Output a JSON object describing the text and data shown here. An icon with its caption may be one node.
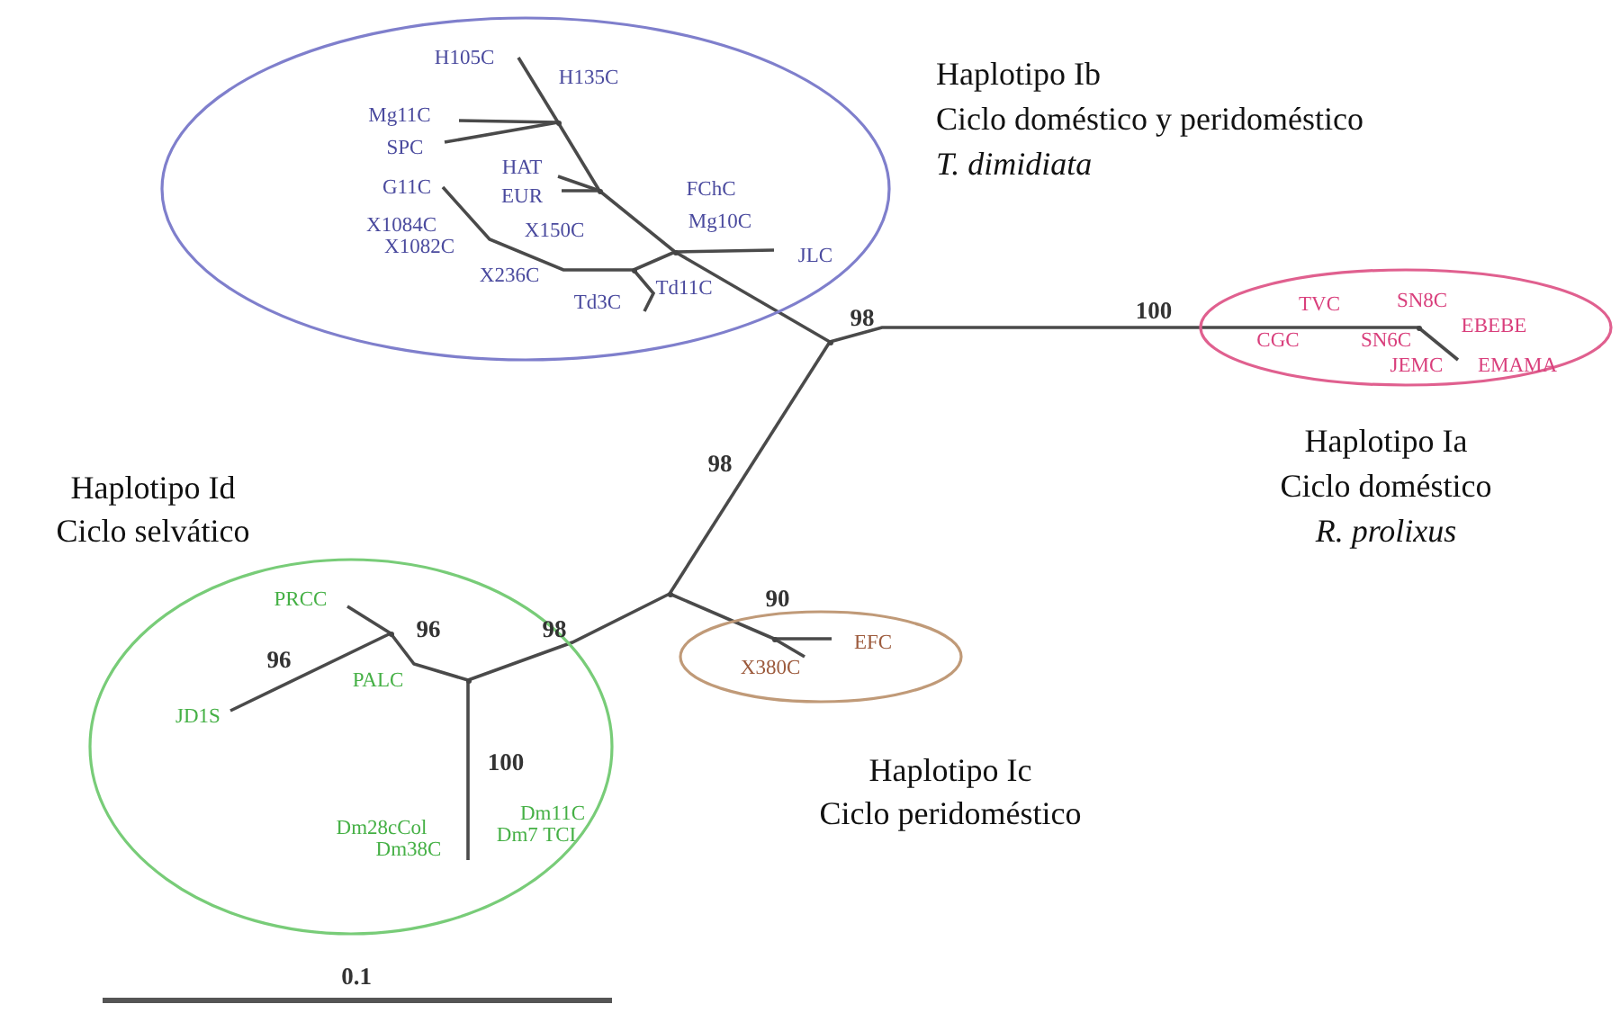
{
  "diagram": {
    "nodes": [
      {
        "text": [
          "Haplotipo Ib",
          "Ciclo doméstico y peridoméstico",
          "T. dimidiata"
        ]
      },
      {
        "text": [
          "H105C"
        ],
        "in": 0
      },
      {
        "text": [
          "H135C"
        ],
        "in": 0
      },
      {
        "text": [
          "Mg11C"
        ],
        "in": 0
      },
      {
        "text": [
          "SPC"
        ],
        "in": 0
      },
      {
        "text": [
          "HAT"
        ],
        "in": 0
      },
      {
        "text": [
          "EUR"
        ],
        "in": 0
      },
      {
        "text": [
          "G11C"
        ],
        "in": 0
      },
      {
        "text": [
          "X1084C"
        ],
        "in": 0
      },
      {
        "text": [
          "X1082C"
        ],
        "in": 0
      },
      {
        "text": [
          "X150C"
        ],
        "in": 0
      },
      {
        "text": [
          "FChC"
        ],
        "in": 0
      },
      {
        "text": [
          "Mg10C"
        ],
        "in": 0
      },
      {
        "text": [
          "JLC"
        ],
        "in": 0
      },
      {
        "text": [
          "X236C"
        ],
        "in": 0
      },
      {
        "text": [
          "Td11C"
        ],
        "in": 0
      },
      {
        "text": [
          "Td3C"
        ],
        "in": 0
      },
      {
        "text": [
          "Haplotipo Ia",
          "Ciclo doméstico",
          "R. prolixus"
        ]
      },
      {
        "text": [
          "TVC"
        ],
        "in": 17
      },
      {
        "text": [
          "SN8C"
        ],
        "in": 17
      },
      {
        "text": [
          "EBEBE"
        ],
        "in": 17
      },
      {
        "text": [
          "CGC"
        ],
        "in": 17
      },
      {
        "text": [
          "SN6C"
        ],
        "in": 17
      },
      {
        "text": [
          "JEMC"
        ],
        "in": 17
      },
      {
        "text": [
          "EMAMA"
        ],
        "in": 17
      },
      {
        "text": [
          "Haplotipo Id",
          "Ciclo selvático"
        ]
      },
      {
        "text": [
          "PRCC"
        ],
        "in": 25
      },
      {
        "text": [
          "JD1S"
        ],
        "in": 25
      },
      {
        "text": [
          "PALC"
        ],
        "in": 25
      },
      {
        "text": [
          "Dm11C"
        ],
        "in": 25
      },
      {
        "text": [
          "Dm28cCol"
        ],
        "in": 25
      },
      {
        "text": [
          "Dm7 TCI"
        ],
        "in": 25
      },
      {
        "text": [
          "Dm38C"
        ],
        "in": 25
      },
      {
        "text": [
          "Haplotipo Ic",
          "Ciclo peridoméstico"
        ]
      },
      {
        "text": [
          "EFC"
        ],
        "in": 33
      },
      {
        "text": [
          "X380C"
        ],
        "in": 33
      },
      {
        "text": [],
        "shape": "point"
      },
      {
        "text": [],
        "shape": "point",
        "in": 0
      },
      {
        "text": [],
        "shape": "point",
        "in": 0
      },
      {
        "text": [],
        "shape": "point",
        "in": 0
      },
      {
        "text": [],
        "shape": "point",
        "in": 0
      },
      {
        "text": [],
        "shape": "point",
        "in": 17
      },
      {
        "text": [],
        "shape": "point"
      },
      {
        "text": [],
        "shape": "point",
        "in": 33
      },
      {
        "text": [],
        "shape": "point",
        "in": 25
      },
      {
        "text": [],
        "shape": "point",
        "in": 25
      }
    ],
    "edges": [
      {
        "from": 36,
        "to": 37,
        "arrow": "none",
        "label": "98"
      },
      {
        "from": 37,
        "to": 38,
        "arrow": "none"
      },
      {
        "from": 38,
        "to": 39,
        "arrow": "none"
      },
      {
        "from": 39,
        "to": 1,
        "arrow": "none"
      },
      {
        "from": 39,
        "to": 3,
        "arrow": "none"
      },
      {
        "from": 39,
        "to": 4,
        "arrow": "none"
      },
      {
        "from": 38,
        "to": 5,
        "arrow": "none"
      },
      {
        "from": 38,
        "to": 6,
        "arrow": "none"
      },
      {
        "from": 37,
        "to": 13,
        "arrow": "none"
      },
      {
        "from": 37,
        "to": 40,
        "arrow": "none"
      },
      {
        "from": 40,
        "to": 7,
        "arrow": "none"
      },
      {
        "from": 40,
        "to": 16,
        "arrow": "none"
      },
      {
        "from": 36,
        "to": 41,
        "arrow": "none",
        "label": "100"
      },
      {
        "from": 41,
        "to": 24,
        "arrow": "none"
      },
      {
        "from": 36,
        "to": 42,
        "arrow": "none",
        "label": "98"
      },
      {
        "from": 42,
        "to": 43,
        "arrow": "none",
        "label": "90"
      },
      {
        "from": 43,
        "to": 34,
        "arrow": "none"
      },
      {
        "from": 43,
        "to": 35,
        "arrow": "none"
      },
      {
        "from": 42,
        "to": 44,
        "arrow": "none",
        "label": "98"
      },
      {
        "from": 44,
        "to": 45,
        "arrow": "none",
        "label": "96"
      },
      {
        "from": 45,
        "to": 26,
        "arrow": "none"
      },
      {
        "from": 45,
        "to": 27,
        "arrow": "none",
        "label": "96"
      },
      {
        "from": 44,
        "to": 32,
        "arrow": "none",
        "label": "100"
      }
    ],
    "labels": [
      "0.1"
    ]
  }
}
